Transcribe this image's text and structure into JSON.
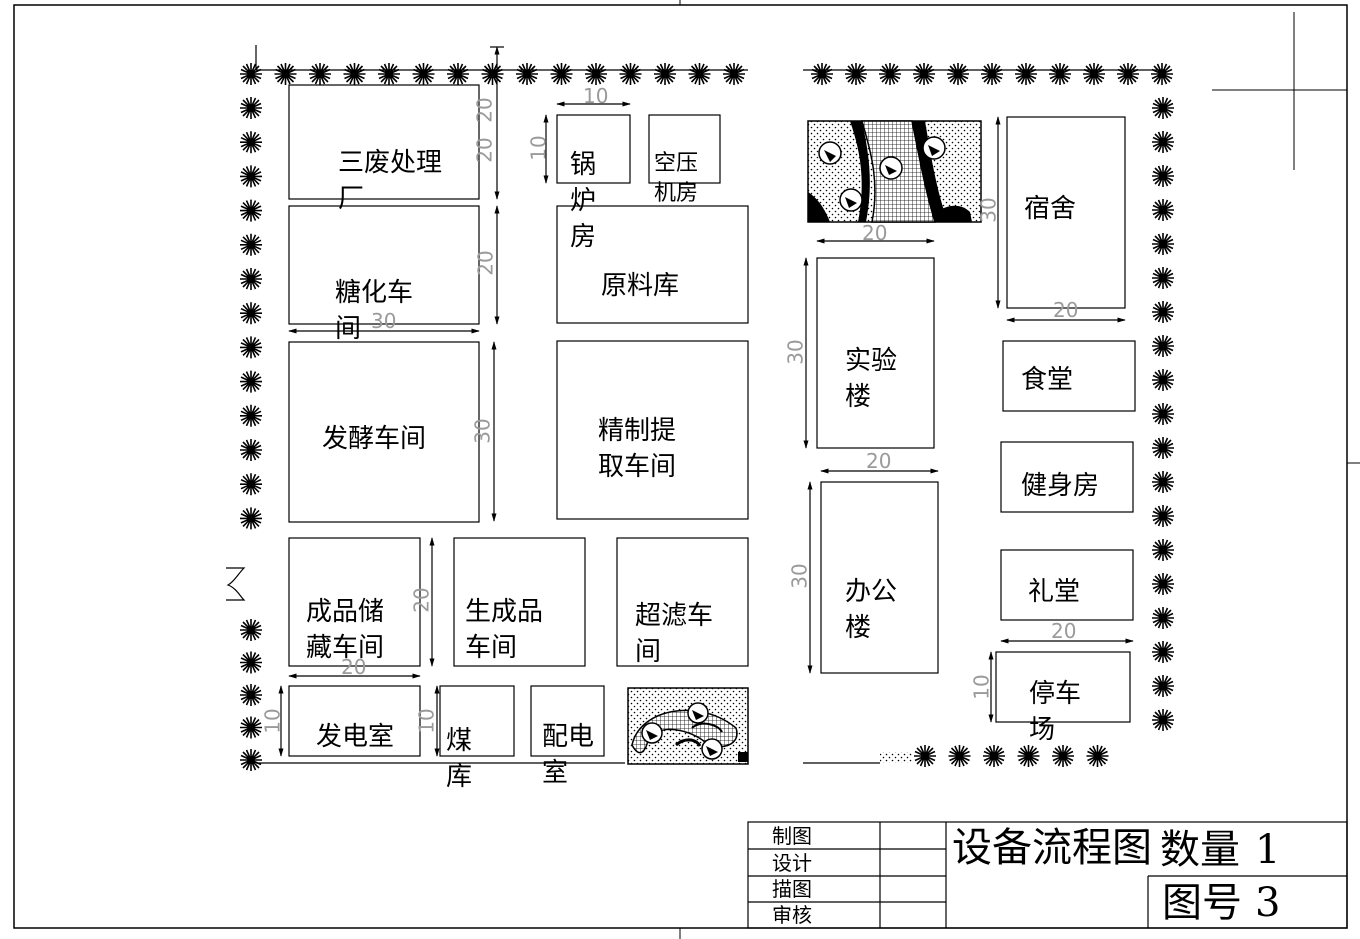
{
  "buildings": {
    "sanfei": "三废处理厂",
    "guolu": "锅炉房",
    "kongya": "空压机房",
    "tanghua": "糖化车间",
    "yuanliao": "原料库",
    "fajiao": "发酵车间",
    "jingzhi": "精制提取车间",
    "chengpin": "成品储藏车间",
    "shengcheng": "生成品车间",
    "chaolv": "超滤车间",
    "fadian": "发电室",
    "meiku": "煤库",
    "peidian": "配电室",
    "shiyan": "实验楼",
    "bangong": "办公楼",
    "sushe": "宿舍",
    "shitang": "食堂",
    "jianshen": "健身房",
    "litang": "礼堂",
    "tingche": "停车场"
  },
  "dimensions": {
    "d_sanfei_a": "20",
    "d_sanfei_b": "20",
    "d_guolu_w": "10",
    "d_guolu_h": "10",
    "d_tanghua_h": "20",
    "d_tanghua_w": "30",
    "d_fajiao_h": "30",
    "d_chengpin_h": "20",
    "d_fadian_w": "20",
    "d_fadian_h": "10",
    "d_meiku_h": "10",
    "d_garden_w": "20",
    "d_shiyan_h": "30",
    "d_shiyan_w": "20",
    "d_bangong_h": "30",
    "d_sushe_h": "30",
    "d_sushe_w": "20",
    "d_litang_w": "20",
    "d_tingche_h": "10"
  },
  "title_block": {
    "zhitu": "制图",
    "sheji": "设计",
    "miaotu": "描图",
    "shenhe": "审核",
    "title": "设备流程图",
    "qty_label": "数量",
    "qty_value": "1",
    "no_label": "图号",
    "no_value": "3"
  }
}
